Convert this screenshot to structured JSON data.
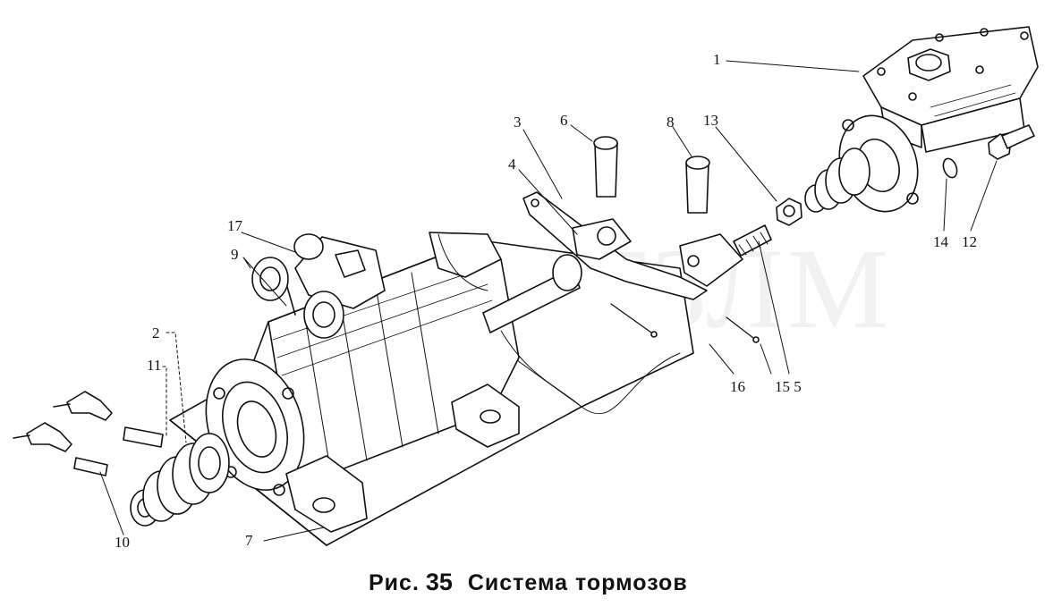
{
  "figure": {
    "caption_prefix": "Рис.",
    "caption_number": "35",
    "caption_title": "Система тормозов",
    "watermark": "СТЗЛМ"
  },
  "callouts": [
    {
      "id": "c1",
      "text": "1"
    },
    {
      "id": "c2",
      "text": "2"
    },
    {
      "id": "c3",
      "text": "3"
    },
    {
      "id": "c4",
      "text": "4"
    },
    {
      "id": "c5",
      "text": "15 5"
    },
    {
      "id": "c6",
      "text": "6"
    },
    {
      "id": "c7",
      "text": "7"
    },
    {
      "id": "c8",
      "text": "8"
    },
    {
      "id": "c9",
      "text": "9"
    },
    {
      "id": "c10",
      "text": "10"
    },
    {
      "id": "c11",
      "text": "11"
    },
    {
      "id": "c12",
      "text": "12"
    },
    {
      "id": "c13",
      "text": "13"
    },
    {
      "id": "c14",
      "text": "14"
    },
    {
      "id": "c16",
      "text": "16"
    },
    {
      "id": "c17",
      "text": "17"
    }
  ],
  "colors": {
    "ink": "#111111",
    "paper": "#ffffff",
    "watermark": "#969696"
  }
}
